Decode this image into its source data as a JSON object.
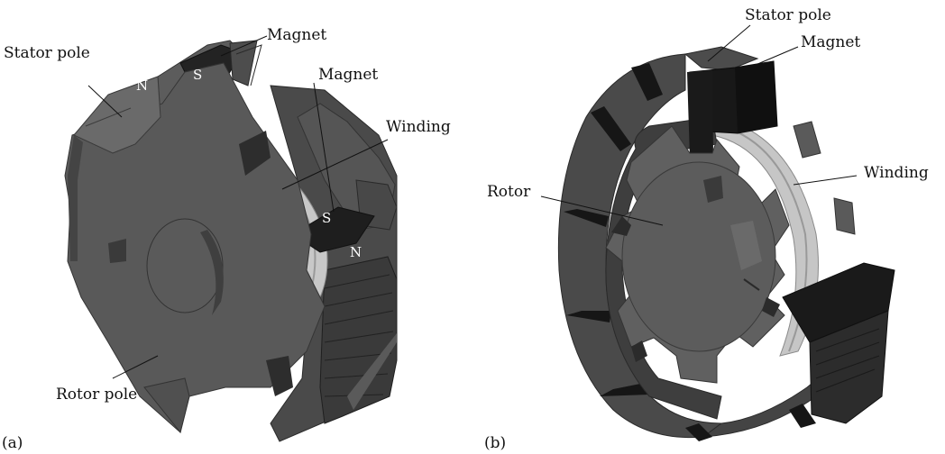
{
  "figure_a": {
    "panel_label": "(a)",
    "labels": {
      "stator_pole": "Stator pole",
      "magnet_top": "Magnet",
      "magnet_right": "Magnet",
      "winding": "Winding",
      "rotor_pole": "Rotor pole"
    },
    "pole_marks": {
      "top_n": "N",
      "top_s": "S",
      "right_s": "S",
      "right_n": "N"
    }
  },
  "figure_b": {
    "panel_label": "(b)",
    "labels": {
      "stator_pole": "Stator pole",
      "magnet": "Magnet",
      "rotor": "Rotor",
      "winding": "Winding"
    }
  }
}
